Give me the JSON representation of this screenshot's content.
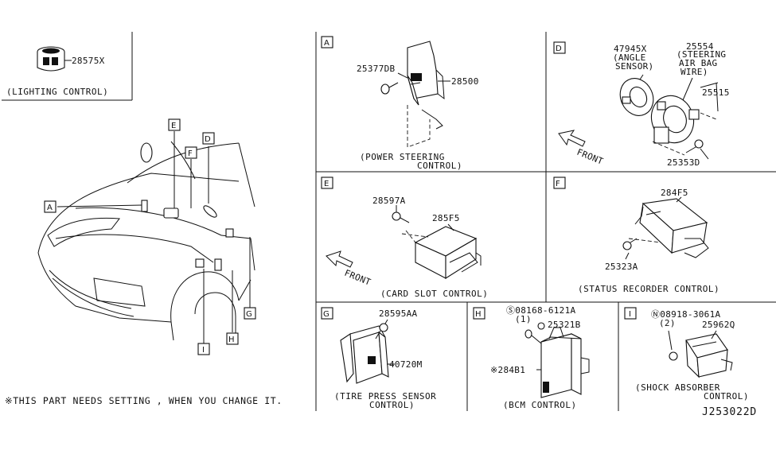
{
  "diagram_code": "J253022D",
  "footnote": "※THIS PART NEEDS SETTING , WHEN YOU CHANGE IT.",
  "lighting": {
    "part": "28575X",
    "caption": "(LIGHTING CONTROL)"
  },
  "car_callouts": [
    "A",
    "E",
    "F",
    "D",
    "G",
    "H",
    "I"
  ],
  "panel_a": {
    "letter": "A",
    "parts": [
      "25377DB",
      "28500"
    ],
    "caption_lines": [
      "(POWER STEERING",
      "CONTROL)"
    ]
  },
  "panel_d": {
    "letter": "D",
    "parts": [
      "47945X",
      "(ANGLE",
      "SENSOR)",
      "25554",
      "(STEERING",
      "AIR BAG",
      "WIRE)",
      "25515",
      "25353D"
    ],
    "direction": "FRONT"
  },
  "panel_e": {
    "letter": "E",
    "parts": [
      "28597A",
      "285F5"
    ],
    "direction": "FRONT",
    "caption": "(CARD SLOT CONTROL)"
  },
  "panel_f": {
    "letter": "F",
    "parts": [
      "284F5",
      "25323A"
    ],
    "caption": "(STATUS RECORDER CONTROL)"
  },
  "panel_g": {
    "letter": "G",
    "parts": [
      "28595AA",
      "40720M"
    ],
    "caption_lines": [
      "(TIRE PRESS SENSOR",
      "CONTROL)"
    ]
  },
  "panel_h": {
    "letter": "H",
    "parts": [
      "Ⓢ08168-6121A",
      "(1)",
      "25321B",
      "※284B1"
    ],
    "caption": "(BCM CONTROL)"
  },
  "panel_i": {
    "letter": "I",
    "parts": [
      "Ⓝ08918-3061A",
      "(2)",
      "25962Q"
    ],
    "caption_lines": [
      "(SHOCK ABSORBER",
      "CONTROL)"
    ]
  }
}
